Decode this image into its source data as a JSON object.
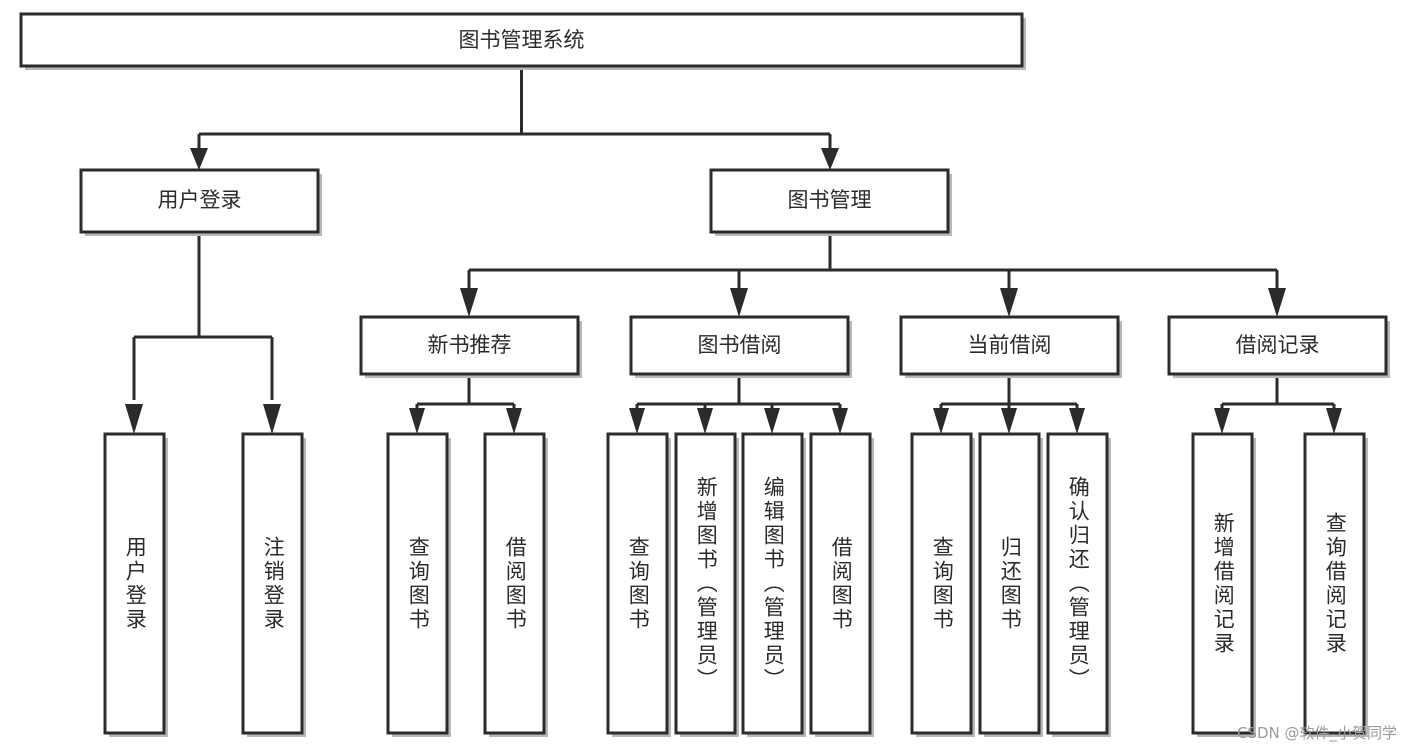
{
  "diagram": {
    "title_node": {
      "label": "图书管理系统"
    },
    "level2": [
      {
        "id": "user-login",
        "label": "用户登录"
      },
      {
        "id": "book-manage",
        "label": "图书管理"
      }
    ],
    "level3": [
      {
        "id": "new-book-recommend",
        "label": "新书推荐",
        "parent": "book-manage"
      },
      {
        "id": "book-borrow",
        "label": "图书借阅",
        "parent": "book-manage"
      },
      {
        "id": "current-borrow",
        "label": "当前借阅",
        "parent": "book-manage"
      },
      {
        "id": "borrow-record",
        "label": "借阅记录",
        "parent": "book-manage"
      }
    ],
    "leaves": [
      {
        "id": "leaf-user-login",
        "label": "用户登录",
        "parent": "user-login"
      },
      {
        "id": "leaf-logout",
        "label": "注销登录",
        "parent": "user-login"
      },
      {
        "id": "leaf-query-book-1",
        "label": "查询图书",
        "parent": "new-book-recommend"
      },
      {
        "id": "leaf-borrow-book-1",
        "label": "借阅图书",
        "parent": "new-book-recommend"
      },
      {
        "id": "leaf-query-book-2",
        "label": "查询图书",
        "parent": "book-borrow"
      },
      {
        "id": "leaf-add-book",
        "label": "新增图书（管理员）",
        "parent": "book-borrow"
      },
      {
        "id": "leaf-edit-book",
        "label": "编辑图书（管理员）",
        "parent": "book-borrow"
      },
      {
        "id": "leaf-borrow-book-2",
        "label": "借阅图书",
        "parent": "book-borrow"
      },
      {
        "id": "leaf-query-book-3",
        "label": "查询图书",
        "parent": "current-borrow"
      },
      {
        "id": "leaf-return-book",
        "label": "归还图书",
        "parent": "current-borrow"
      },
      {
        "id": "leaf-confirm-return",
        "label": "确认归还（管理员）",
        "parent": "current-borrow"
      },
      {
        "id": "leaf-add-record",
        "label": "新增借阅记录",
        "parent": "borrow-record"
      },
      {
        "id": "leaf-query-record",
        "label": "查询借阅记录",
        "parent": "borrow-record"
      }
    ],
    "colors": {
      "stroke": "#2b2b2b",
      "fill": "#ffffff",
      "shadow": "#b8b8b8",
      "watermark": "#9a9a9a"
    }
  },
  "watermark": {
    "text": "CSDN @软件_小贺同学"
  }
}
